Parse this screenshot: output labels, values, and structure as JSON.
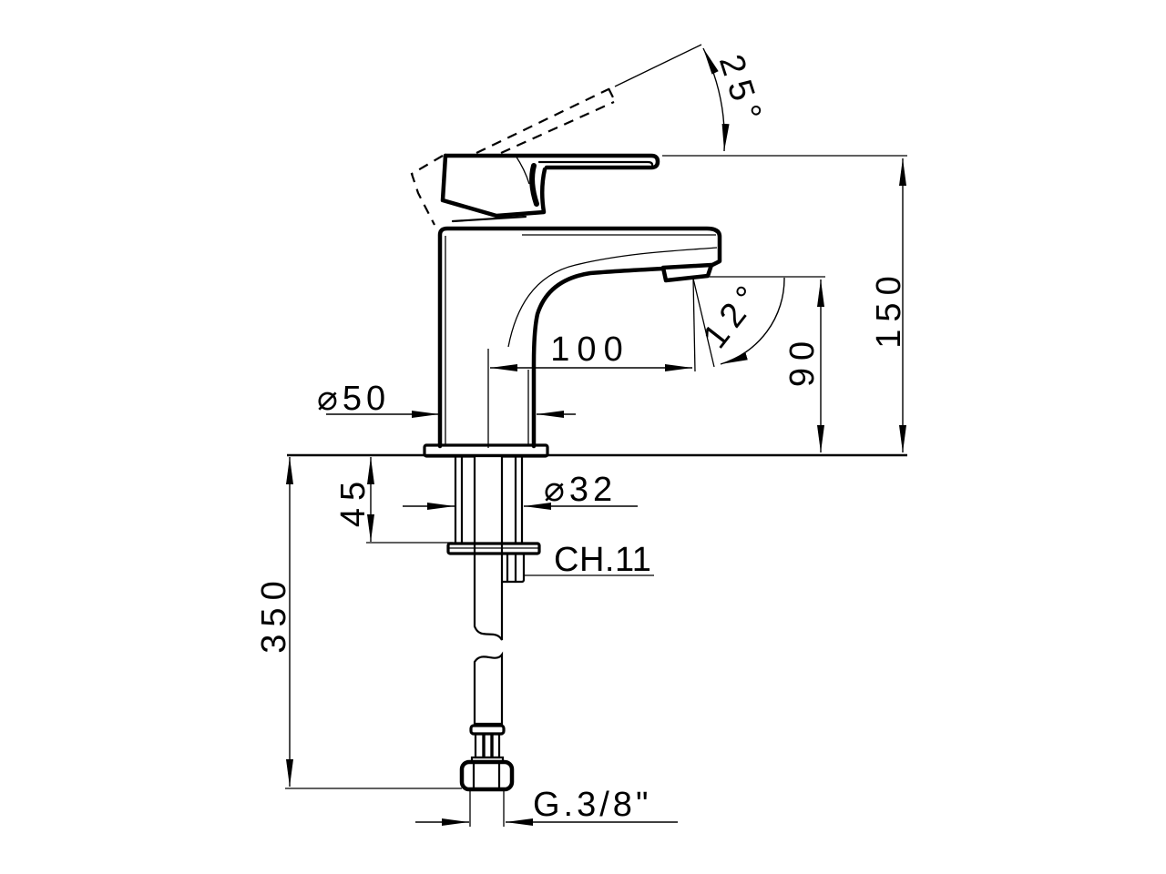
{
  "drawing": {
    "kind": "technical dimension drawing",
    "subject": "single-lever basin mixer tap, side elevation",
    "colors": {
      "background": "#ffffff",
      "line": "#000000"
    },
    "dimensions": {
      "handle_angle": "25°",
      "spout_reach": "100",
      "spout_angle": "12°",
      "outlet_height": "90",
      "overall_height": "150",
      "base_diameter": "⌀50",
      "shank_diameter": "⌀32",
      "deck_thickness": "45",
      "nut_size": "CH.11",
      "hose_drop": "350",
      "hose_thread": "G.3/8\""
    }
  }
}
